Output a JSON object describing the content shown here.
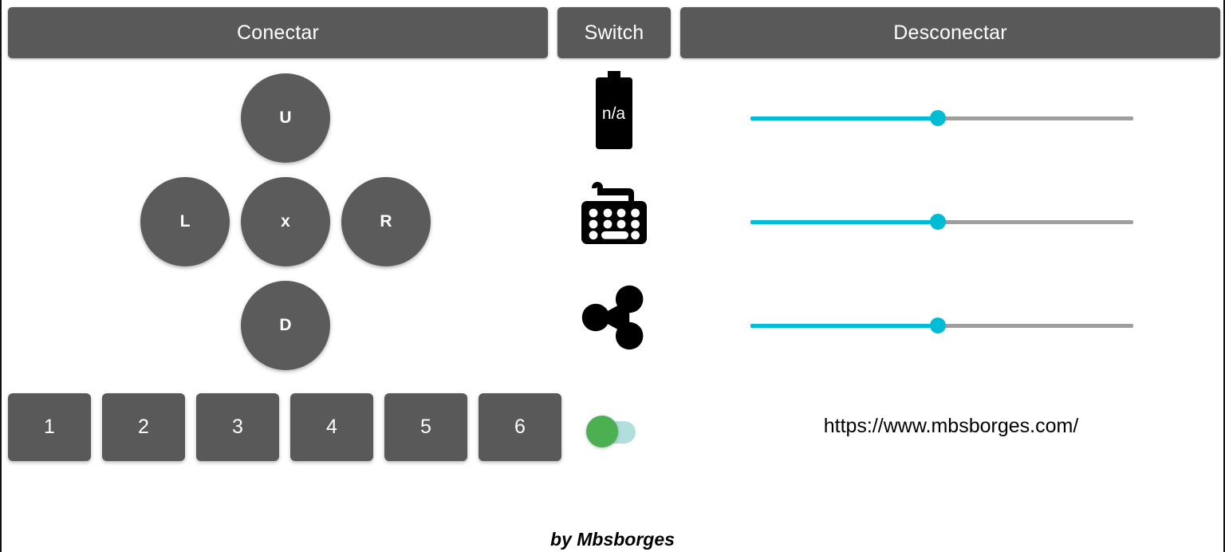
{
  "app": {
    "background_color": "#ffffff",
    "button_color": "#595959",
    "accent_color": "#00bcd4",
    "toggle_on_color": "#4caf50",
    "toggle_track_color": "#b2dfdb"
  },
  "topbar": {
    "connect_label": "Conectar",
    "switch_label": "Switch",
    "disconnect_label": "Desconectar"
  },
  "dpad": {
    "up_label": "U",
    "left_label": "L",
    "center_label": "x",
    "right_label": "R",
    "down_label": "D"
  },
  "icons": {
    "battery": {
      "name": "battery-icon",
      "value": "n/a"
    },
    "keyboard": {
      "name": "keyboard-icon"
    },
    "share": {
      "name": "share-icon"
    }
  },
  "sliders": [
    {
      "name": "slider-1",
      "value": 49,
      "min": 0,
      "max": 100
    },
    {
      "name": "slider-2",
      "value": 49,
      "min": 0,
      "max": 100
    },
    {
      "name": "slider-3",
      "value": 49,
      "min": 0,
      "max": 100
    }
  ],
  "numpad": {
    "buttons": [
      "1",
      "2",
      "3",
      "4",
      "5",
      "6"
    ]
  },
  "toggle": {
    "name": "power-toggle",
    "state": "off",
    "checked": false
  },
  "url": {
    "text": "https://www.mbsborges.com/"
  },
  "footer": {
    "credit": "by Mbsborges"
  }
}
